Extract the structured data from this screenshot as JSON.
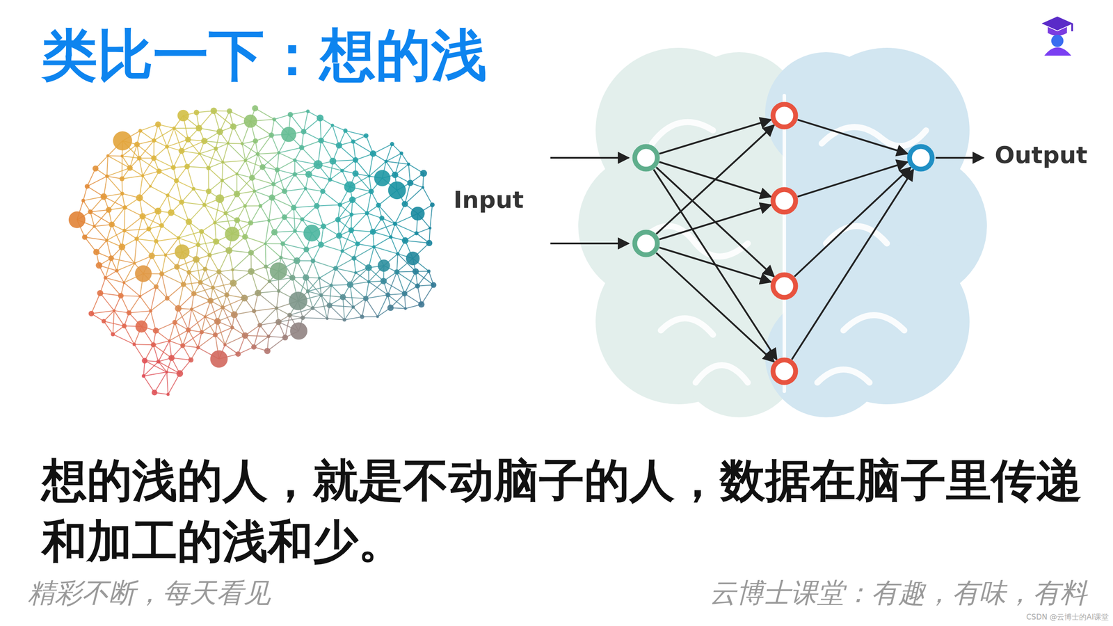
{
  "diagram": {
    "title": "类比一下：想的浅",
    "caption": "想的浅的人，就是不动脑子的人，数据在脑子里传递和加工的浅和少。",
    "labels": [
      "Input",
      "Output",
      "精彩不断，每天看见",
      "云博士课堂：有趣，有味，有料",
      "CSDN @云博士的AI课堂"
    ]
  }
}
